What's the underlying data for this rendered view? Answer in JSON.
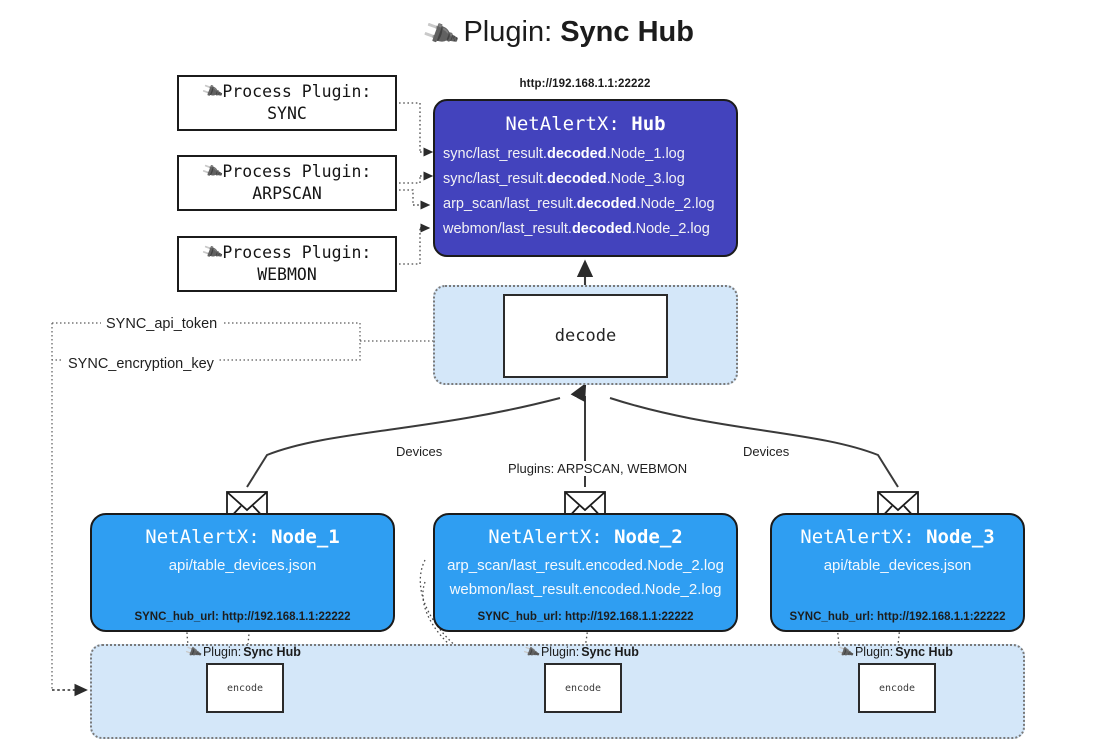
{
  "page": {
    "title_prefix": "Plugin:",
    "title_name": "Sync Hub",
    "plug_icon": "🔌"
  },
  "process_plugins": [
    {
      "label": "Process Plugin:",
      "name": "SYNC"
    },
    {
      "label": "Process Plugin:",
      "name": "ARPSCAN"
    },
    {
      "label": "Process Plugin:",
      "name": "WEBMON"
    }
  ],
  "hub": {
    "url": "http://192.168.1.1:22222",
    "title_prefix": "NetAlertX:",
    "title_name": "Hub",
    "logs": [
      {
        "pre": "sync/last_result.",
        "strong": "decoded",
        "post": ".Node_1.log"
      },
      {
        "pre": "sync/last_result.",
        "strong": "decoded",
        "post": ".Node_3.log"
      },
      {
        "pre": "arp_scan/last_result.",
        "strong": "decoded",
        "post": ".Node_2.log"
      },
      {
        "pre": "webmon/last_result.",
        "strong": "decoded",
        "post": ".Node_2.log"
      }
    ]
  },
  "decode": {
    "label": "decode"
  },
  "secrets": {
    "api_token": "SYNC_api_token",
    "encryption_key": "SYNC_encryption_key"
  },
  "edge_labels": {
    "devices_left": "Devices",
    "devices_right": "Devices",
    "plugins_center": "Plugins: ARPSCAN, WEBMON"
  },
  "nodes": [
    {
      "title_prefix": "NetAlertX:",
      "title_name": "Node_1",
      "lines": [
        "api/table_devices.json"
      ],
      "foot_key": "SYNC_hub_url:",
      "foot_value": "http://192.168.1.1:22222"
    },
    {
      "title_prefix": "NetAlertX:",
      "title_name": "Node_2",
      "lines": [
        "arp_scan/last_result.encoded.Node_2.log",
        "webmon/last_result.encoded.Node_2.log"
      ],
      "foot_key": "SYNC_hub_url:",
      "foot_value": "http://192.168.1.1:22222"
    },
    {
      "title_prefix": "NetAlertX:",
      "title_name": "Node_3",
      "lines": [
        "api/table_devices.json"
      ],
      "foot_key": "SYNC_hub_url:",
      "foot_value": "http://192.168.1.1:22222"
    }
  ],
  "encoders": [
    {
      "plugin_prefix": "Plugin:",
      "plugin_name": "Sync Hub",
      "label": "encode"
    },
    {
      "plugin_prefix": "Plugin:",
      "plugin_name": "Sync Hub",
      "label": "encode"
    },
    {
      "plugin_prefix": "Plugin:",
      "plugin_name": "Sync Hub",
      "label": "encode"
    }
  ],
  "colors": {
    "hub_fill": "#4343bd",
    "node_fill": "#2f9ef2",
    "strip_fill": "#d4e7f9",
    "stroke": "#1b1b1b"
  }
}
